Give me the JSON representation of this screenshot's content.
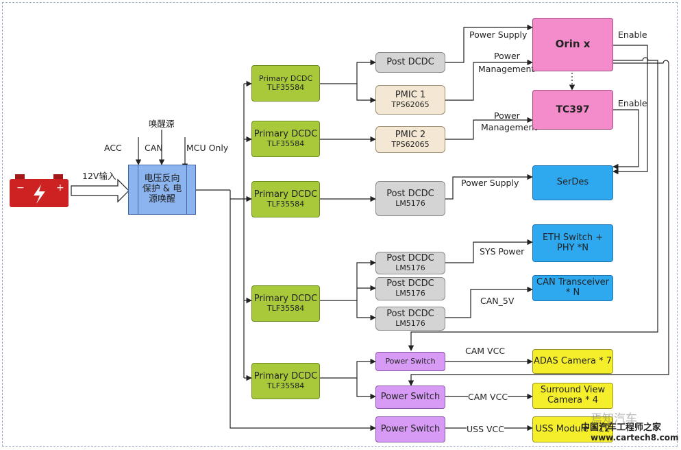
{
  "labels": {
    "wake_src": "唤醒源",
    "acc": "ACC",
    "can": "CAN",
    "mcu_only": "MCU Only",
    "v12_in": "12V输入",
    "power_supply_1": "Power Supply",
    "power_mgmt_1a": "Power",
    "power_mgmt_1b": "Management",
    "power_mgmt_2a": "Power",
    "power_mgmt_2b": "Management",
    "enable_1": "Enable",
    "enable_2": "Enable",
    "power_supply_2": "Power Supply",
    "sys_power": "SYS Power",
    "can_5v": "CAN_5V",
    "cam_vcc_1": "CAM VCC",
    "cam_vcc_2": "CAM VCC",
    "uss_vcc": "USS VCC"
  },
  "protect": {
    "line1": "电压反向",
    "line2": "保护 & 电",
    "line3": "源唤醒"
  },
  "primary": [
    {
      "title": "Primary DCDC",
      "part": "TLF35584"
    },
    {
      "title": "Primary DCDC",
      "part": "TLF35584"
    },
    {
      "title": "Primary DCDC",
      "part": "TLF35584"
    },
    {
      "title": "Primary DCDC",
      "part": "TLF35584"
    },
    {
      "title": "Primary DCDC",
      "part": "TLF35584"
    }
  ],
  "mid": {
    "post1": {
      "title": "Post DCDC",
      "part": ""
    },
    "pmic1": {
      "title": "PMIC 1",
      "part": "TPS62065"
    },
    "pmic2": {
      "title": "PMIC 2",
      "part": "TPS62065"
    },
    "post2": {
      "title": "Post DCDC",
      "part": "LM5176"
    },
    "post3": {
      "title": "Post DCDC",
      "part": "LM5176"
    },
    "post4": {
      "title": "Post DCDC",
      "part": "LM5176"
    },
    "post5": {
      "title": "Post DCDC",
      "part": "LM5176"
    },
    "ps1": {
      "title": "Power Switch"
    },
    "ps2": {
      "title": "Power Switch"
    },
    "ps3": {
      "title": "Power Switch"
    }
  },
  "loads": {
    "orin": "Orin x",
    "tc397": "TC397",
    "serdes": "SerDes",
    "eth_1": "ETH Switch +",
    "eth_2": "PHY *N",
    "can_1": "CAN Transceiver",
    "can_2": "* N",
    "adas": "ADAS Camera * 7",
    "sv_1": "Surround View",
    "sv_2": "Camera * 4",
    "uss": "USS Module * 12"
  },
  "watermark": {
    "brand": "焉知汽车",
    "site_cn": "中国汽车工程师之家",
    "url": "www.cartech8.com"
  },
  "colors": {
    "primary": "#a7c93a",
    "post": "#d4d4d4",
    "pmic": "#f4e8d4",
    "soc": "#f48ccc",
    "serdes": "#2ea9f0",
    "switch": "#d79af5",
    "camera": "#f5ee2a",
    "protect": "#8cb4ef",
    "battery": "#cc2222"
  }
}
